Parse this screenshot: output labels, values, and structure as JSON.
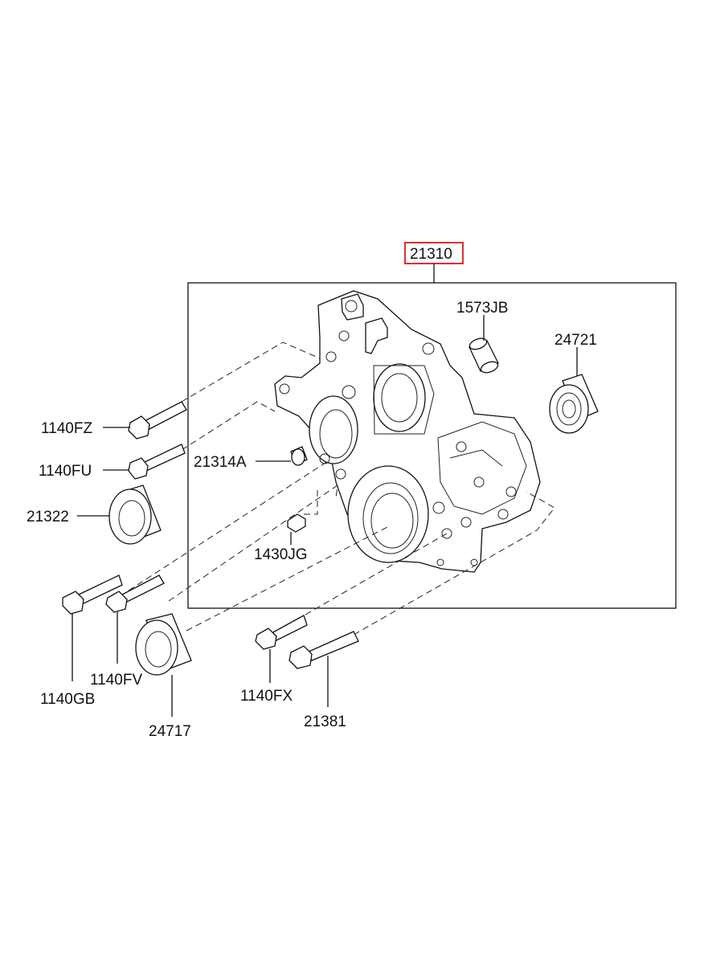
{
  "diagram": {
    "main_part": "21310",
    "labels": {
      "p1573JB": "1573JB",
      "p24721": "24721",
      "p1140FZ": "1140FZ",
      "p1140FU": "1140FU",
      "p21314A": "21314A",
      "p21322": "21322",
      "p1430JG": "1430JG",
      "p1140FV": "1140FV",
      "p1140GB": "1140GB",
      "p24717": "24717",
      "p1140FX": "1140FX",
      "p21381": "21381"
    },
    "highlight_color": "#e03030"
  }
}
